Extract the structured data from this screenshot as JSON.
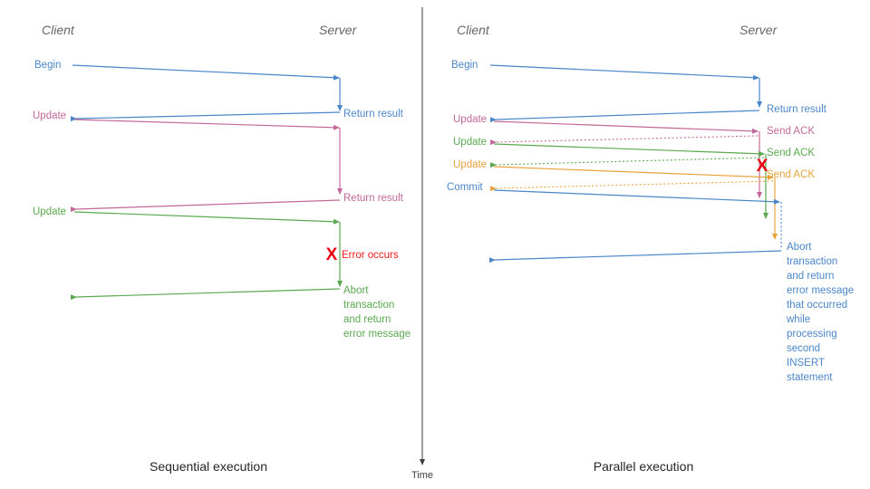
{
  "page": {
    "title": "Sequential vs Parallel execution",
    "background": "#ffffff"
  },
  "colors": {
    "blue": "#4a86c8",
    "blue_dark": "#3a72bd",
    "pink": "#c2689a",
    "green": "#5aa84f",
    "green_light": "#7cc06f",
    "orange": "#e8a33d",
    "red": "#e8000d",
    "header_gray": "#666666",
    "axis_gray": "#3d3d3d",
    "caption_black": "#262626"
  },
  "time_axis": {
    "label": "Time",
    "color": "#3d3d3d"
  },
  "panels": [
    {
      "id": "sequential",
      "caption": "Sequential execution",
      "actors": {
        "client": "Client",
        "server": "Server"
      },
      "messages": [
        {
          "label": "Begin",
          "color": "#4a86c8",
          "side": "client"
        },
        {
          "label": "Return result",
          "color": "#4a86c8",
          "side": "server"
        },
        {
          "label": "Update",
          "color": "#c2689a",
          "side": "client"
        },
        {
          "label": "Return result",
          "color": "#c2689a",
          "side": "server"
        },
        {
          "label": "Update",
          "color": "#5aa84f",
          "side": "client"
        }
      ],
      "error": {
        "mark": "X",
        "label": "Error occurs",
        "color": "#ef1b1b"
      },
      "abort_note": {
        "color": "#5aa84f",
        "lines": [
          "Abort",
          "transaction",
          "and return",
          "error message"
        ]
      }
    },
    {
      "id": "parallel",
      "caption": "Parallel execution",
      "actors": {
        "client": "Client",
        "server": "Server"
      },
      "messages": [
        {
          "label": "Begin",
          "color": "#4a86c8",
          "side": "client"
        },
        {
          "label": "Return result",
          "color": "#4a86c8",
          "side": "server"
        },
        {
          "label": "Update",
          "color": "#c2689a",
          "side": "client"
        },
        {
          "label": "Send ACK",
          "color": "#c2689a",
          "side": "server"
        },
        {
          "label": "Update",
          "color": "#5aa84f",
          "side": "client"
        },
        {
          "label": "Send ACK",
          "color": "#5aa84f",
          "side": "server"
        },
        {
          "label": "Update",
          "color": "#e8a33d",
          "side": "client"
        },
        {
          "label": "Send ACK",
          "color": "#e8a33d",
          "side": "server"
        },
        {
          "label": "Commit",
          "color": "#4a86c8",
          "side": "client"
        }
      ],
      "error": {
        "mark": "X",
        "label": "",
        "color": "#e8000d"
      },
      "abort_note": {
        "color": "#4a86c8",
        "lines": [
          "Abort",
          "transaction",
          "and return",
          "error message",
          "that occurred",
          "while",
          "processing",
          "second",
          "INSERT",
          "statement"
        ]
      }
    }
  ]
}
